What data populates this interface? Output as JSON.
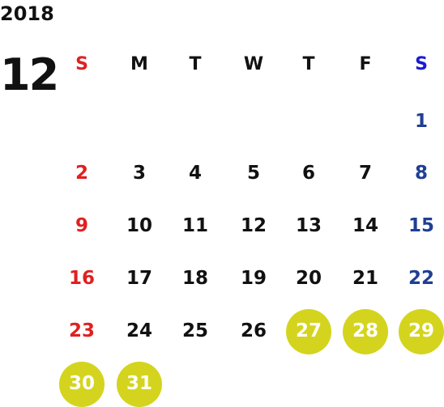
{
  "calendar": {
    "year": "2018",
    "month": "12",
    "weekdays": [
      "S",
      "M",
      "T",
      "W",
      "T",
      "F",
      "S"
    ],
    "first_weekday_index": 6,
    "days_in_month": 31,
    "highlighted_days": [
      27,
      28,
      29,
      30,
      31
    ],
    "colors": {
      "sunday": "#e02020",
      "saturday_header": "#1a1ad6",
      "saturday_day": "#1f3f94",
      "text": "#111111",
      "highlight_fill": "#d4d41e",
      "highlight_text": "#ffffff"
    }
  }
}
